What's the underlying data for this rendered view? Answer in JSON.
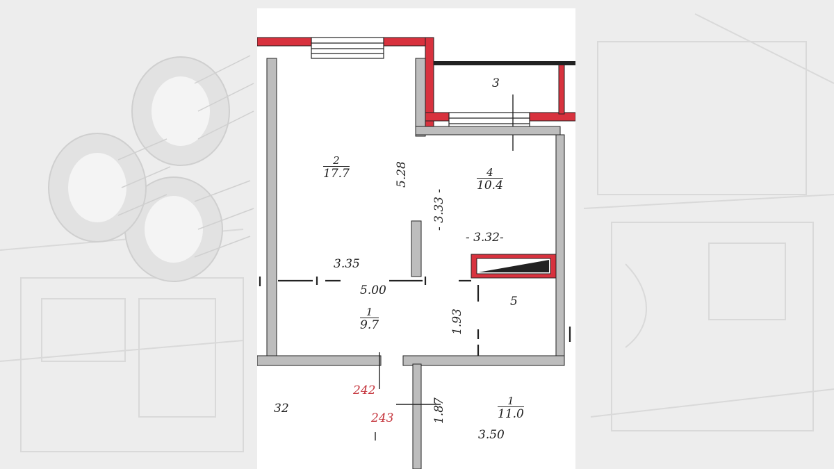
{
  "plan": {
    "rooms": [
      {
        "key": "r2",
        "number": "2",
        "area": "17.7"
      },
      {
        "key": "r4",
        "number": "4",
        "area": "10.4"
      },
      {
        "key": "r1",
        "number": "1",
        "area": "9.7"
      },
      {
        "key": "r1b",
        "number": "1",
        "area": "11.0"
      }
    ],
    "room_numbers_plain": {
      "r3": "3",
      "r5": "5",
      "r32": "32"
    },
    "dimensions": {
      "d528": "5.28",
      "d333": "- 3.33 -",
      "d332": "- 3.32-",
      "d335": "3.35",
      "d500": "5.00",
      "d193": "1.93",
      "d187": "1.87",
      "d350": "3.50"
    },
    "apartment_numbers": {
      "a242": "242",
      "a243": "243"
    },
    "colors": {
      "exterior_wall": "#d8323e",
      "interior_wall": "#bdbdbd",
      "line": "#222222",
      "annotation_red": "#c4323a"
    }
  },
  "background": {
    "style": "faded blueprint drawings with rolled plans"
  }
}
